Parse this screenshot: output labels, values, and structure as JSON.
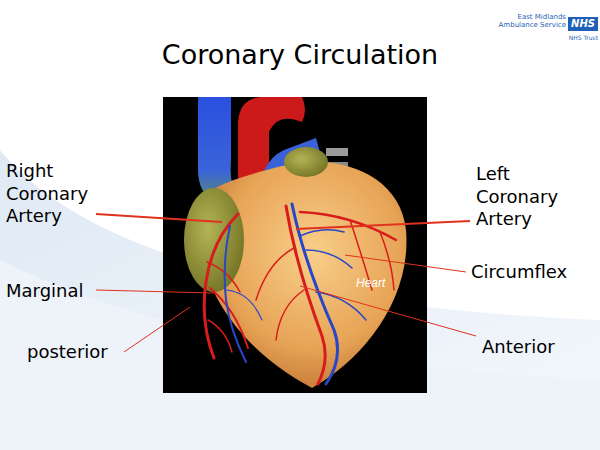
{
  "diagram": {
    "title": "Coronary Circulation",
    "nodes": [
      {
        "text": [
          "NHS"
        ]
      }
    ],
    "labels": [
      "East Midlands Ambulance Service",
      "NHS Trust",
      "Right Coronary Artery",
      "Left Coronary Artery",
      "Marginal",
      "Circumflex",
      "posterior",
      "Anterior",
      "Heart"
    ]
  }
}
